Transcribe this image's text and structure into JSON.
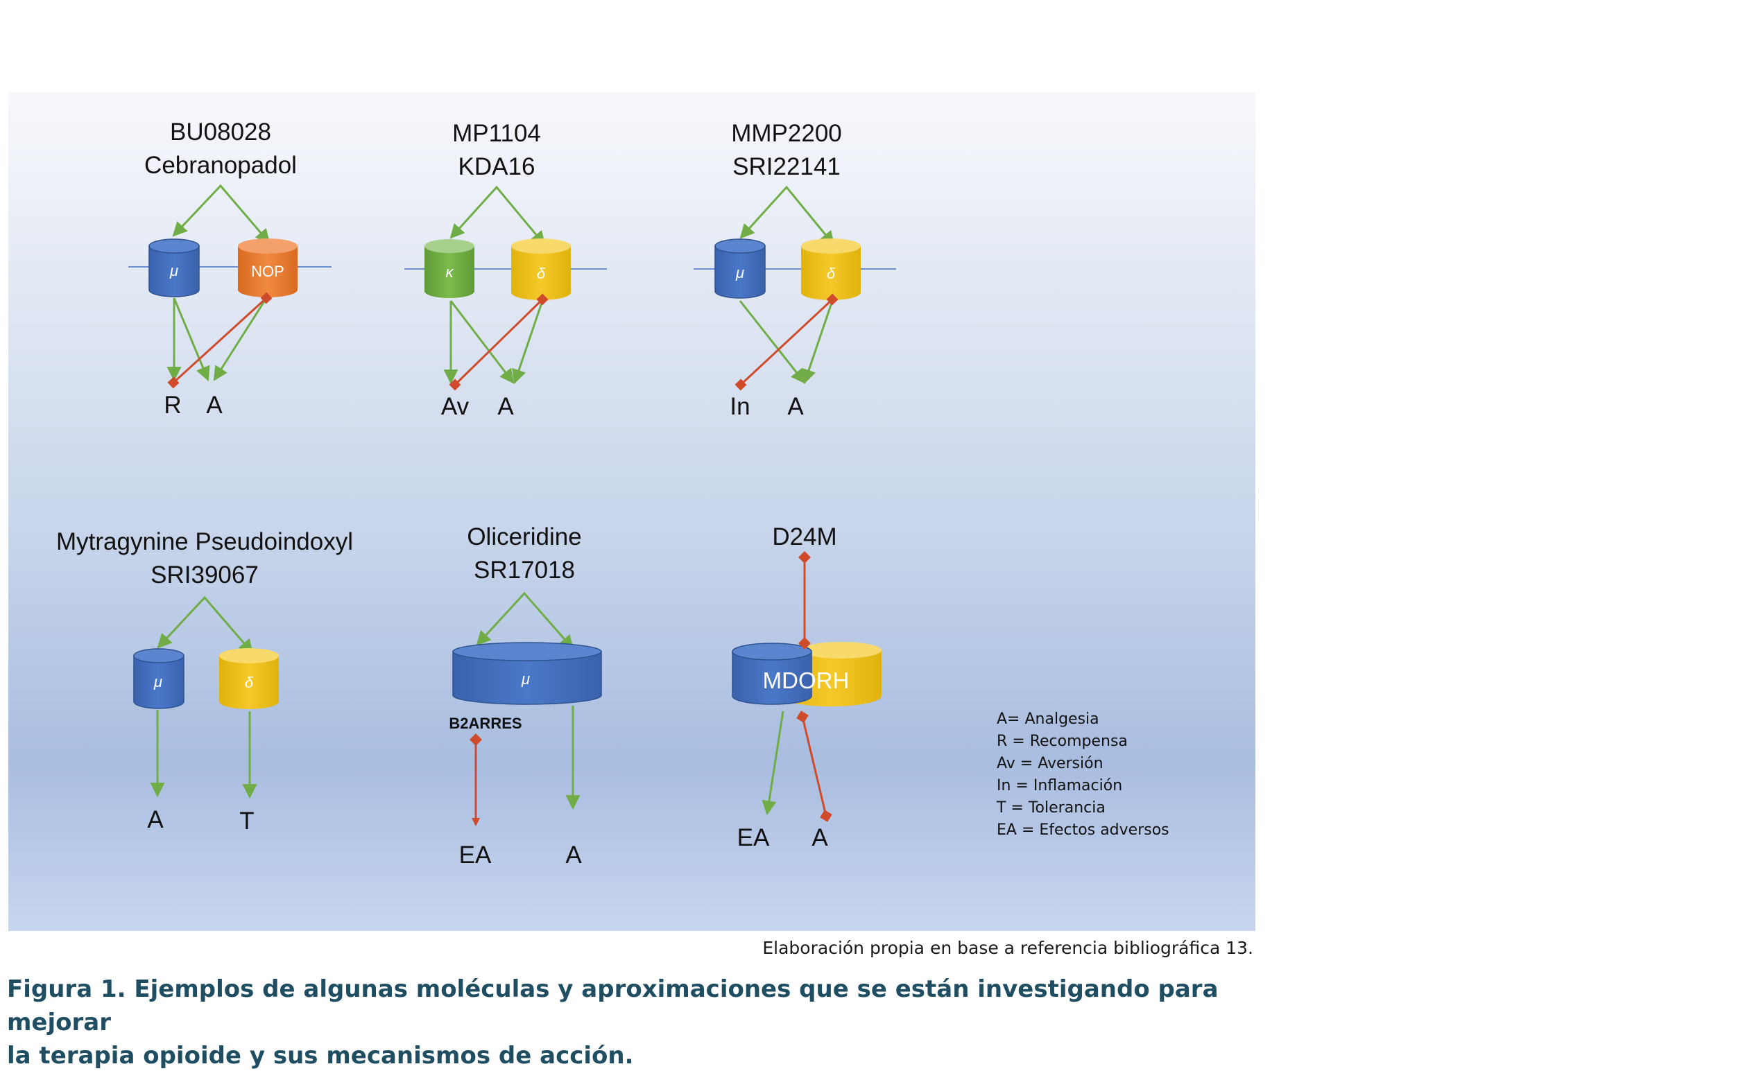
{
  "groups": [
    {
      "line1": "BU08028",
      "line2": "Cebranopadol",
      "r1": "μ",
      "r2": "NOP",
      "out1": "R",
      "out2": "A"
    },
    {
      "line1": "MP1104",
      "line2": "KDA16",
      "r1": "κ",
      "r2": "δ",
      "out1": "Av",
      "out2": "A"
    },
    {
      "line1": "MMP2200",
      "line2": "SRI22141",
      "r1": "μ",
      "r2": "δ",
      "out1": "In",
      "out2": "A"
    },
    {
      "line1": "Mytragynine Pseudoindoxyl",
      "line2": "SRI39067",
      "r1": "μ",
      "r2": "δ",
      "out1": "A",
      "out2": "T"
    },
    {
      "line1": "Oliceridine",
      "line2": "SR17018",
      "r1": "μ",
      "sub": "B2ARRES",
      "out1": "EA",
      "out2": "A"
    },
    {
      "line1": "D24M",
      "r1": "MDORH",
      "out1": "EA",
      "out2": "A"
    }
  ],
  "legend": [
    "A= Analgesia",
    "R = Recompensa",
    "Av = Aversión",
    "In = Inflamación",
    "T = Tolerancia",
    "EA = Efectos adversos"
  ],
  "colors": {
    "mu": "#4472c4",
    "delta": "#f0c419",
    "kappa": "#70ad47",
    "nop": "#ed7d31",
    "activation": "#70ad47",
    "inhibition": "#d04a2c",
    "membrane": "#4472c4",
    "caption": "#1f4e63"
  },
  "source_note": "Elaboración propia en base a referencia bibliográfica 13.",
  "caption": {
    "line1": "Figura 1. Ejemplos de algunas moléculas y aproximaciones que se están investigando para mejorar",
    "line2": "la terapia opioide y sus mecanismos de acción."
  }
}
